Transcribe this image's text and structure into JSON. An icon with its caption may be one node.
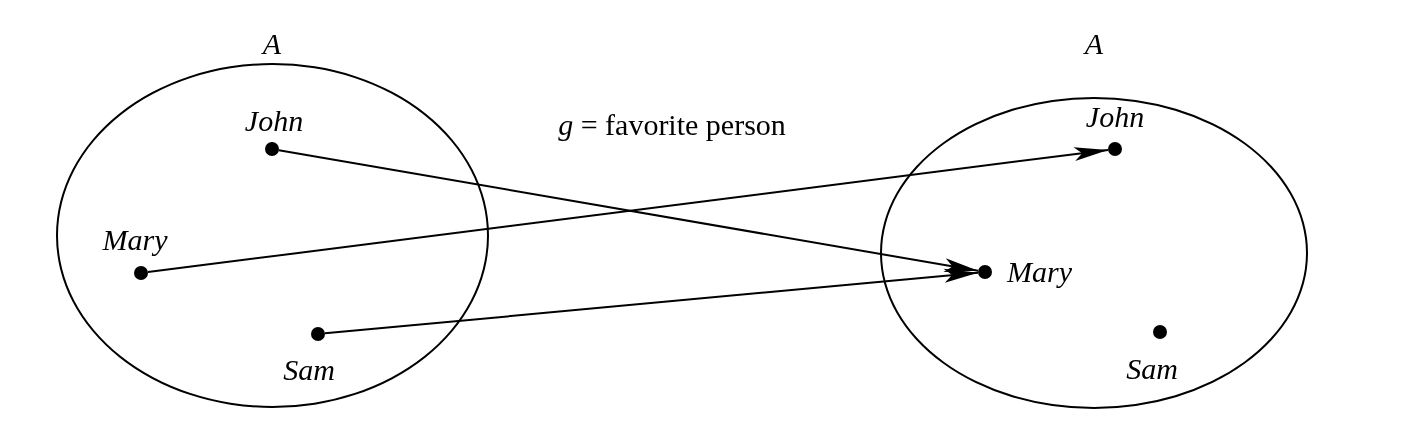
{
  "diagram": {
    "nodes": [
      {
        "text": [
          "A"
        ]
      },
      {
        "text": [],
        "shape": "circle",
        "in": 0,
        "beside": [
          "John"
        ]
      },
      {
        "text": [],
        "shape": "circle",
        "in": 0,
        "beside": [
          "Mary"
        ]
      },
      {
        "text": [],
        "shape": "circle",
        "in": 0,
        "beside": [
          "Sam"
        ]
      },
      {
        "text": [
          "A"
        ]
      },
      {
        "text": [],
        "shape": "circle",
        "in": 4,
        "beside": [
          "John"
        ]
      },
      {
        "text": [],
        "shape": "circle",
        "in": 4,
        "beside": [
          "Mary"
        ]
      },
      {
        "text": [],
        "shape": "circle",
        "in": 4,
        "beside": [
          "Sam"
        ]
      }
    ],
    "edges": [
      {
        "from": 1,
        "to": 6,
        "arrow": "to"
      },
      {
        "from": 2,
        "to": 5,
        "arrow": "to"
      },
      {
        "from": 3,
        "to": 6,
        "arrow": "to"
      }
    ],
    "labels": [
      "*g* = favorite person"
    ]
  }
}
